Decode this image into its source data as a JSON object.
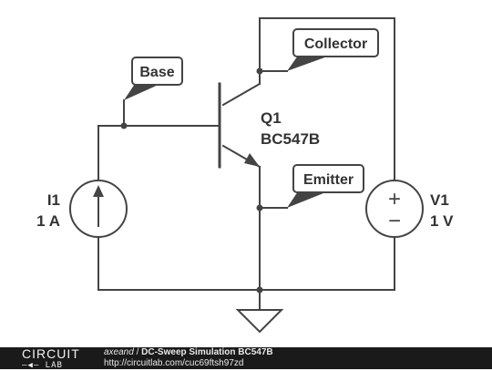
{
  "labels": {
    "base": "Base",
    "collector": "Collector",
    "emitter": "Emitter"
  },
  "components": {
    "q1": {
      "name": "Q1",
      "model": "BC547B"
    },
    "i1": {
      "name": "I1",
      "value": "1 A"
    },
    "v1": {
      "name": "V1",
      "value": "1 V",
      "plus": "+",
      "minus": "−"
    }
  },
  "footer": {
    "logo_top": "CIRCUIT",
    "logo_bottom": "—◀— LAB",
    "author": "axeand",
    "separator": " / ",
    "title": "DC-Sweep Simulation BC547B",
    "url": "http://circuitlab.com/cuc69ftsh97zd"
  },
  "colors": {
    "wire": "#444444",
    "text": "#333333",
    "footer_bg": "#1a1a1a"
  }
}
